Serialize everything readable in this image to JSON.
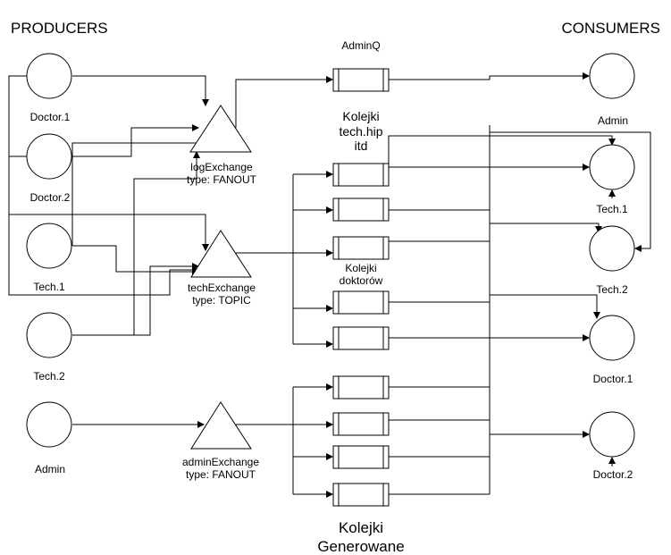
{
  "headings": {
    "producers": "PRODUCERS",
    "consumers": "CONSUMERS"
  },
  "producers": [
    "Doctor.1",
    "Doctor.2",
    "Tech.1",
    "Tech.2",
    "Admin"
  ],
  "consumers": [
    "Admin",
    "Tech.1",
    "Tech.2",
    "Doctor.1",
    "Doctor.2"
  ],
  "exchanges": {
    "log": {
      "name": "logExchange",
      "type": "type: FANOUT"
    },
    "tech": {
      "name": "techExchange",
      "type": "type: TOPIC"
    },
    "admin": {
      "name": "adminExchange",
      "type": "type: FANOUT"
    }
  },
  "queues": {
    "admin_q": "AdminQ",
    "tech_group": [
      "Kolejki",
      "tech.hip",
      "itd"
    ],
    "doctor_group": [
      "Kolejki",
      "doktorów"
    ],
    "generated_group": [
      "Kolejki",
      "Generowane"
    ]
  }
}
